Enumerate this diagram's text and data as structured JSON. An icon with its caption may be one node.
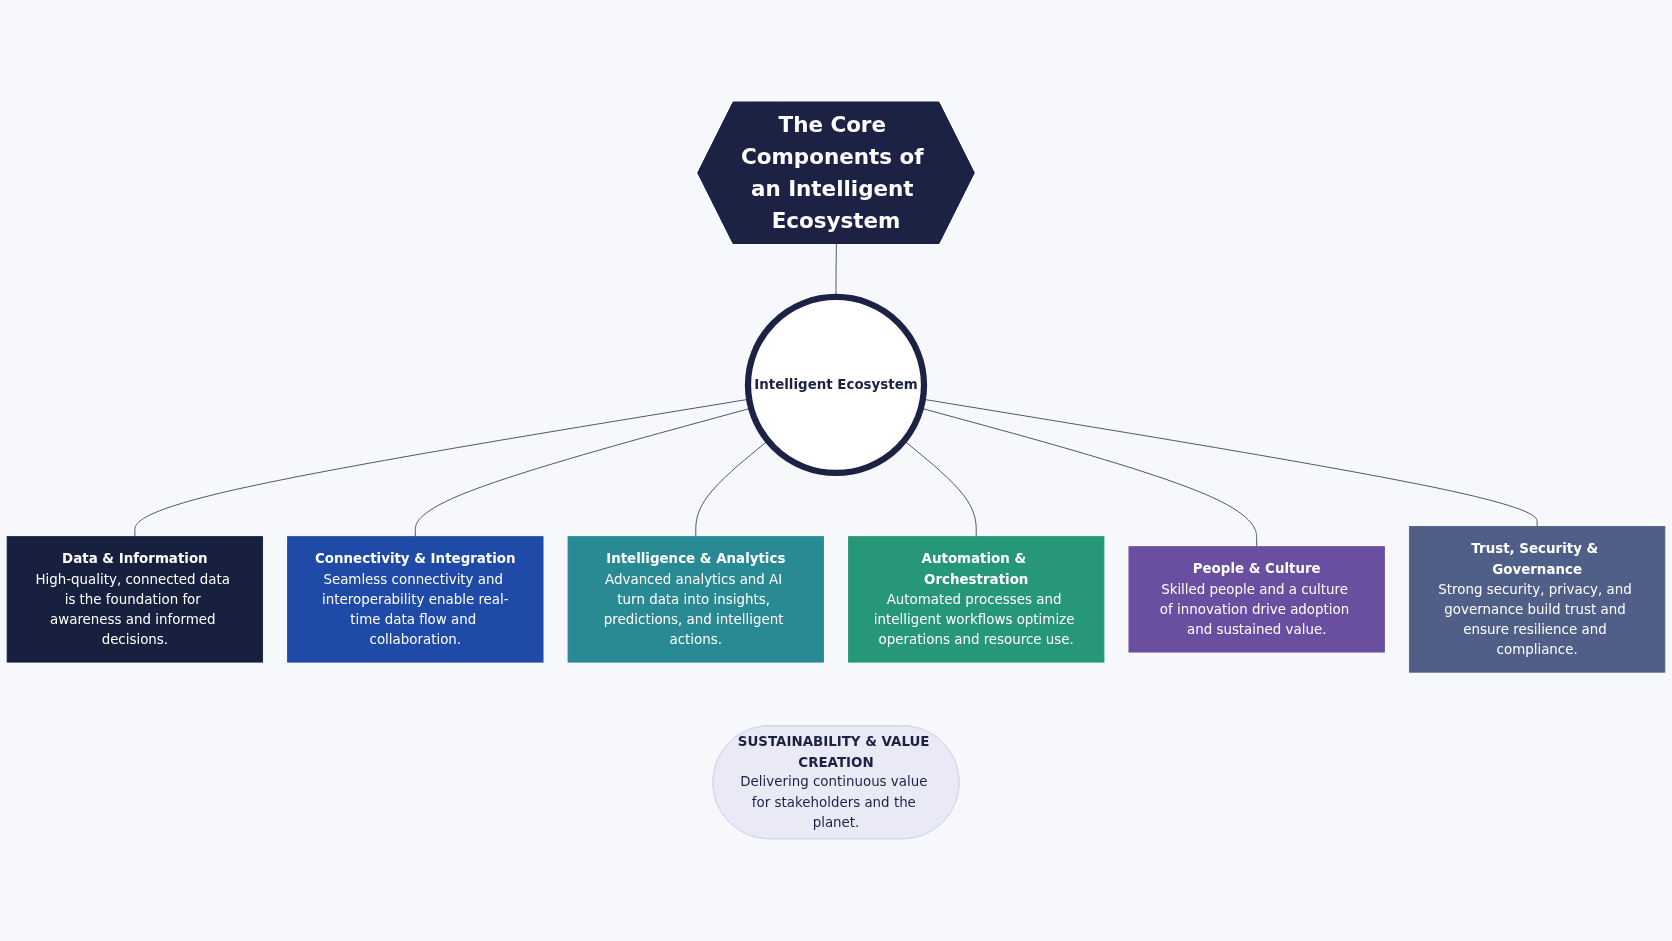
{
  "diagram": {
    "nodes": [
      {
        "text": [
          "The Core Components of an Intelligent Ecosystem"
        ]
      },
      {
        "text": [
          "Intelligent Ecosystem"
        ]
      },
      {
        "text": [
          "Data & Information",
          "High-quality, connected data is the foundation for awareness and informed decisions."
        ]
      },
      {
        "text": [
          "Connectivity & Integration",
          "Seamless connectivity and interoperability enable real-time data flow and collaboration."
        ]
      },
      {
        "text": [
          "Intelligence & Analytics",
          "Advanced analytics and AI turn data into insights, predictions, and intelligent actions."
        ]
      },
      {
        "text": [
          "Automation & Orchestration",
          "Automated processes and intelligent workflows optimize operations and resource use."
        ]
      },
      {
        "text": [
          "People & Culture",
          "Skilled people and a culture of innovation drive adoption and sustained value."
        ]
      },
      {
        "text": [
          "Trust, Security & Governance",
          "Strong security, privacy, and governance build trust and ensure resilience and compliance."
        ]
      },
      {
        "text": [
          "SUSTAINABILITY & VALUE CREATION",
          "Delivering continuous value for stakeholders and the planet."
        ]
      }
    ],
    "edges": [
      {
        "from": 0,
        "to": 1,
        "arrow": "none"
      },
      {
        "from": 1,
        "to": 2,
        "arrow": "none"
      },
      {
        "from": 1,
        "to": 3,
        "arrow": "none"
      },
      {
        "from": 1,
        "to": 4,
        "arrow": "none"
      },
      {
        "from": 1,
        "to": 5,
        "arrow": "none"
      },
      {
        "from": 1,
        "to": 6,
        "arrow": "none"
      },
      {
        "from": 1,
        "to": 7,
        "arrow": "none"
      }
    ]
  }
}
